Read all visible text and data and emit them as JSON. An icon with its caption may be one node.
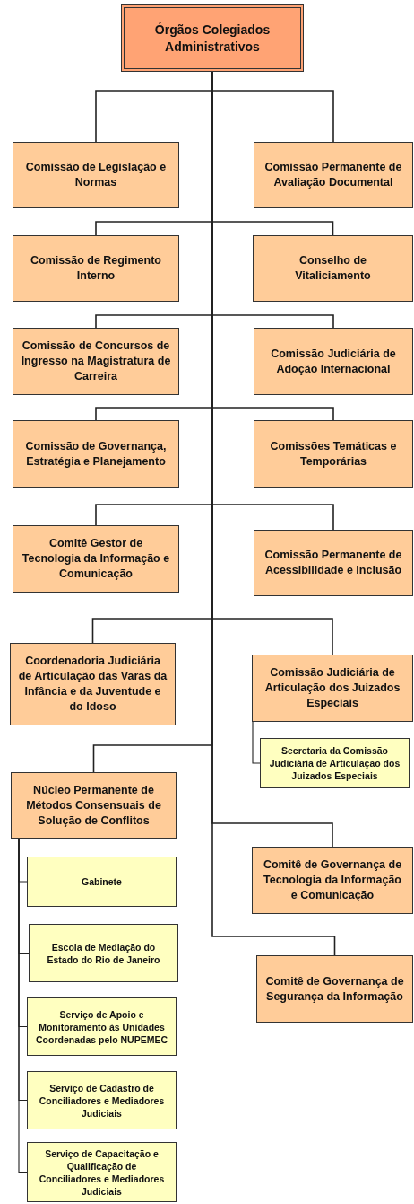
{
  "diagram": {
    "nodes": [
      {
        "text": [
          "Órgãos Colegiados Administrativos"
        ]
      },
      {
        "text": [
          "Comissão de Legislação e Normas"
        ]
      },
      {
        "text": [
          "Comissão Permanente de Avaliação Documental"
        ]
      },
      {
        "text": [
          "Comissão de Regimento Interno"
        ]
      },
      {
        "text": [
          "Conselho de Vitaliciamento"
        ]
      },
      {
        "text": [
          "Comissão de Concursos de Ingresso na Magistratura de Carreira"
        ]
      },
      {
        "text": [
          "Comissão Judiciária de Adoção Internacional"
        ]
      },
      {
        "text": [
          "Comissão de Governança,  Estratégia e Planejamento"
        ]
      },
      {
        "text": [
          "Comissões Temáticas e Temporárias"
        ]
      },
      {
        "text": [
          "Comitê Gestor de Tecnologia da Informação e Comunicação"
        ]
      },
      {
        "text": [
          "Comissão Permanente de Acessibilidade e Inclusão"
        ]
      },
      {
        "text": [
          "Coordenadoria Judiciária de Articulação das Varas da Infância e da Juventude e do Idoso"
        ]
      },
      {
        "text": [
          "Comissão Judiciária de Articulação dos Juizados Especiais"
        ]
      },
      {
        "text": [
          "Secretaria da Comissão Judiciária de Articulação dos Juizados Especiais"
        ]
      },
      {
        "text": [
          "Núcleo Permanente de Métodos Consensuais de Solução de Conflitos"
        ]
      },
      {
        "text": [
          "Gabinete"
        ]
      },
      {
        "text": [
          "Escola de Mediação do Estado do Rio de Janeiro"
        ]
      },
      {
        "text": [
          "Serviço de Apoio e Monitoramento às Unidades Coordenadas pelo NUPEMEC"
        ]
      },
      {
        "text": [
          "Serviço de Cadastro de Conciliadores e Mediadores  Judiciais"
        ]
      },
      {
        "text": [
          "Serviço de Capacitação e Qualificação de Conciliadores e Mediadores Judiciais"
        ]
      },
      {
        "text": [
          "Comitê de Governança de Tecnologia da Informação e Comunicação"
        ]
      },
      {
        "text": [
          "Comitê de Governança de Segurança da Informação"
        ]
      }
    ],
    "edges": [
      {
        "from": 0,
        "to": 1,
        "arrow": "none"
      },
      {
        "from": 0,
        "to": 2,
        "arrow": "none"
      },
      {
        "from": 0,
        "to": 3,
        "arrow": "none"
      },
      {
        "from": 0,
        "to": 4,
        "arrow": "none"
      },
      {
        "from": 0,
        "to": 5,
        "arrow": "none"
      },
      {
        "from": 0,
        "to": 6,
        "arrow": "none"
      },
      {
        "from": 0,
        "to": 7,
        "arrow": "none"
      },
      {
        "from": 0,
        "to": 8,
        "arrow": "none"
      },
      {
        "from": 0,
        "to": 9,
        "arrow": "none"
      },
      {
        "from": 0,
        "to": 10,
        "arrow": "none"
      },
      {
        "from": 0,
        "to": 11,
        "arrow": "none"
      },
      {
        "from": 0,
        "to": 12,
        "arrow": "none"
      },
      {
        "from": 12,
        "to": 13,
        "arrow": "none"
      },
      {
        "from": 0,
        "to": 14,
        "arrow": "none"
      },
      {
        "from": 14,
        "to": 15,
        "arrow": "none"
      },
      {
        "from": 14,
        "to": 16,
        "arrow": "none"
      },
      {
        "from": 14,
        "to": 17,
        "arrow": "none"
      },
      {
        "from": 14,
        "to": 18,
        "arrow": "none"
      },
      {
        "from": 14,
        "to": 19,
        "arrow": "none"
      },
      {
        "from": 0,
        "to": 20,
        "arrow": "none"
      },
      {
        "from": 0,
        "to": 21,
        "arrow": "none"
      }
    ]
  }
}
